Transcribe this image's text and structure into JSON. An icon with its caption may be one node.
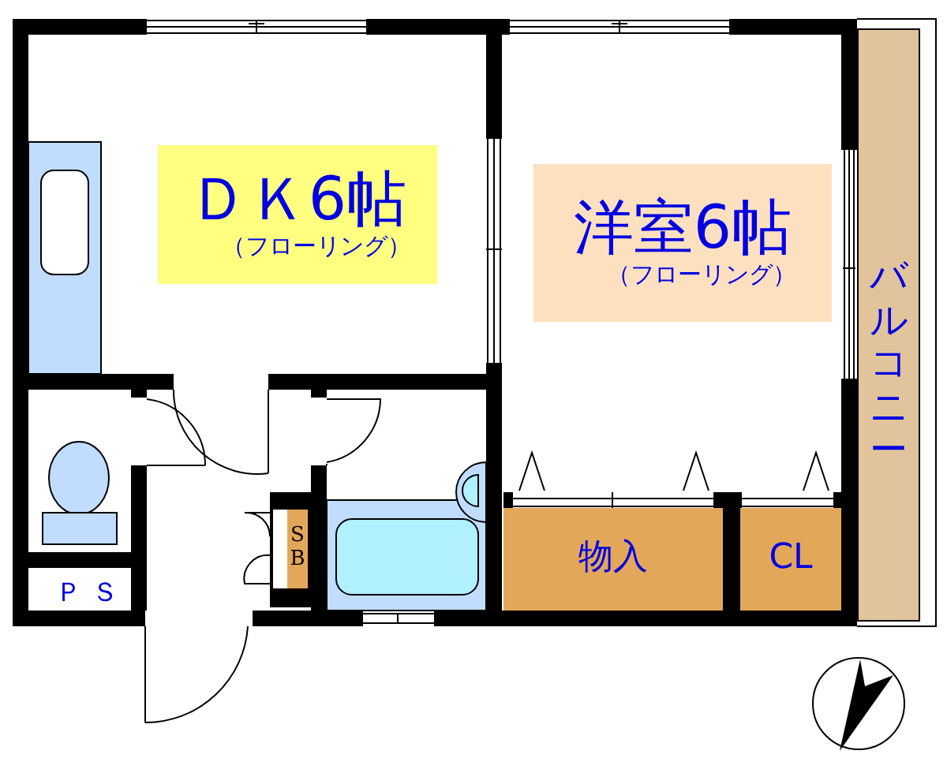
{
  "diagram": {
    "nodes": [
      {
        "text": [
          "ＤＫ6帖",
          "（フローリング）"
        ]
      },
      {
        "text": [
          "洋室6帖",
          "（フローリング）"
        ]
      },
      {
        "text": [
          "バルコニー"
        ]
      },
      {
        "text": [
          "物入"
        ]
      },
      {
        "text": [
          "CL"
        ]
      },
      {
        "text": [
          "SB"
        ]
      }
    ],
    "labels": [
      "ＰＳ"
    ]
  }
}
